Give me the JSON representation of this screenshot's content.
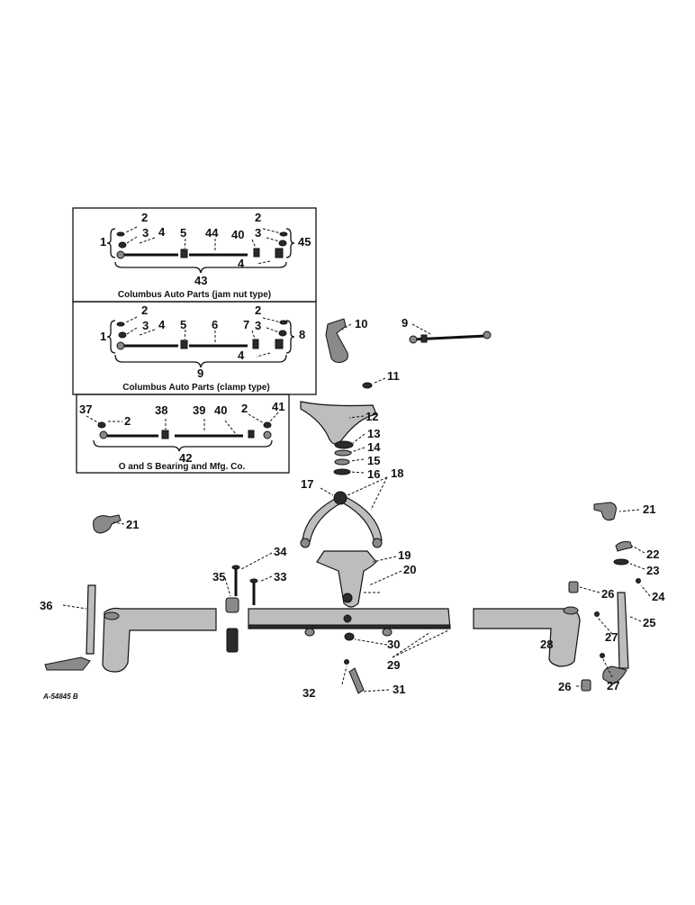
{
  "diagram": {
    "id_code": "A-54845 B",
    "kits": [
      {
        "kit_no": "43",
        "maker": "Columbus Auto Parts (jam nut type)",
        "callouts": [
          "1",
          "2",
          "3",
          "4",
          "5",
          "44",
          "40",
          "2",
          "3",
          "45",
          "4"
        ]
      },
      {
        "kit_no": "9",
        "maker": "Columbus Auto Parts (clamp type)",
        "callouts": [
          "1",
          "2",
          "3",
          "4",
          "5",
          "6",
          "7",
          "2",
          "3",
          "8",
          "4"
        ]
      },
      {
        "kit_no": "42",
        "maker": "O and S Bearing and Mfg. Co.",
        "callouts": [
          "37",
          "2",
          "38",
          "39",
          "40",
          "2",
          "41"
        ]
      }
    ],
    "main_callouts": [
      "9",
      "10",
      "11",
      "12",
      "13",
      "14",
      "15",
      "16",
      "17",
      "18",
      "19",
      "20",
      "21",
      "21",
      "22",
      "23",
      "24",
      "25",
      "26",
      "26",
      "27",
      "27",
      "28",
      "29",
      "30",
      "31",
      "32",
      "33",
      "34",
      "35",
      "36"
    ]
  }
}
